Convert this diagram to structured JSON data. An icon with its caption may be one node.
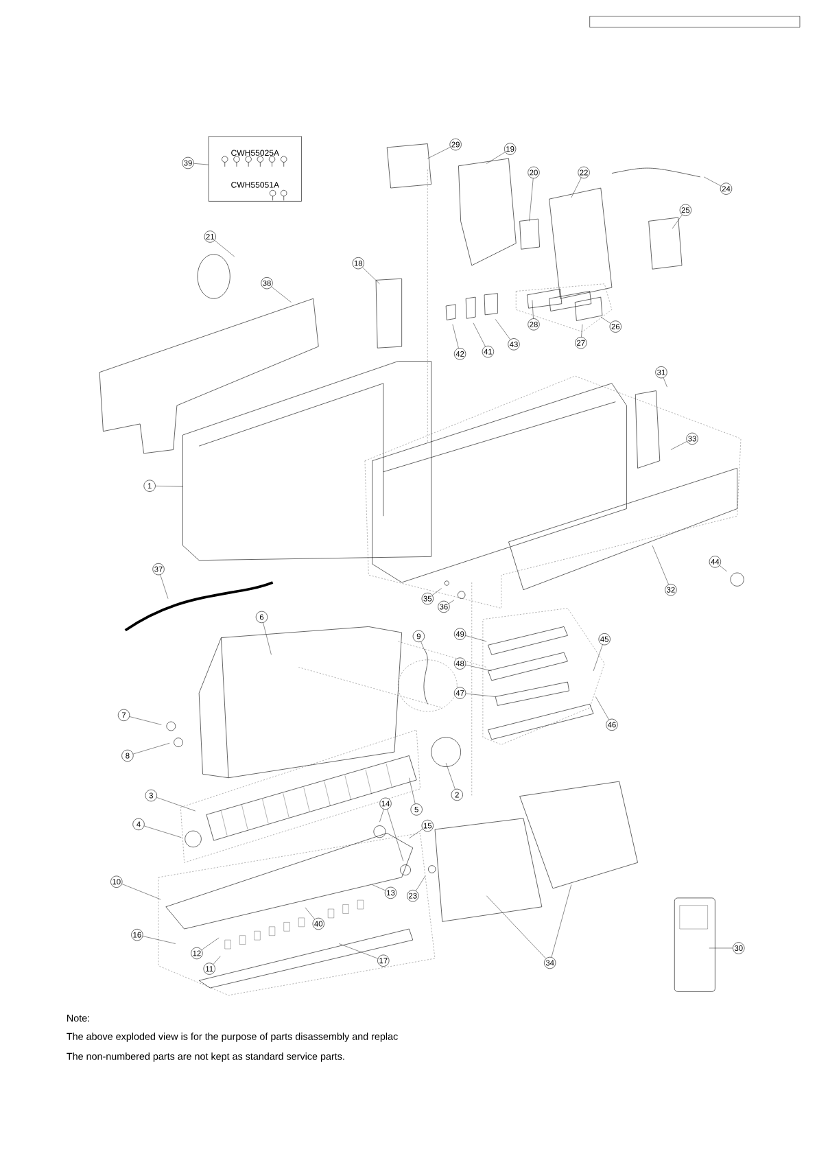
{
  "diagram": {
    "nodes": [
      {
        "text": [
          "39"
        ]
      },
      {
        "text": [
          "CWH55025A",
          "CWH55051A"
        ]
      },
      {
        "text": [
          "29"
        ]
      },
      {
        "text": [
          "19"
        ]
      },
      {
        "text": [
          "20"
        ]
      },
      {
        "text": [
          "22"
        ]
      },
      {
        "text": [
          "24"
        ]
      },
      {
        "text": [
          "25"
        ]
      },
      {
        "text": [
          "21"
        ]
      },
      {
        "text": [
          "38"
        ]
      },
      {
        "text": [
          "18"
        ]
      },
      {
        "text": [
          "28"
        ]
      },
      {
        "text": [
          "26"
        ]
      },
      {
        "text": [
          "27"
        ]
      },
      {
        "text": [
          "42"
        ]
      },
      {
        "text": [
          "41"
        ]
      },
      {
        "text": [
          "43"
        ]
      },
      {
        "text": [
          "31"
        ]
      },
      {
        "text": [
          "33"
        ]
      },
      {
        "text": [
          "1"
        ]
      },
      {
        "text": [
          "37"
        ]
      },
      {
        "text": [
          "35"
        ]
      },
      {
        "text": [
          "36"
        ]
      },
      {
        "text": [
          "44"
        ]
      },
      {
        "text": [
          "32"
        ]
      },
      {
        "text": [
          "6"
        ]
      },
      {
        "text": [
          "9"
        ]
      },
      {
        "text": [
          "49"
        ]
      },
      {
        "text": [
          "48"
        ]
      },
      {
        "text": [
          "45"
        ]
      },
      {
        "text": [
          "47"
        ]
      },
      {
        "text": [
          "46"
        ]
      },
      {
        "text": [
          "7"
        ]
      },
      {
        "text": [
          "8"
        ]
      },
      {
        "text": [
          "2"
        ]
      },
      {
        "text": [
          "3"
        ]
      },
      {
        "text": [
          "5"
        ]
      },
      {
        "text": [
          "4"
        ]
      },
      {
        "text": [
          "14"
        ]
      },
      {
        "text": [
          "15"
        ]
      },
      {
        "text": [
          "10"
        ]
      },
      {
        "text": [
          "13"
        ]
      },
      {
        "text": [
          "23"
        ]
      },
      {
        "text": [
          "40"
        ]
      },
      {
        "text": [
          "16"
        ]
      },
      {
        "text": [
          "12"
        ]
      },
      {
        "text": [
          "11"
        ]
      },
      {
        "text": [
          "17"
        ]
      },
      {
        "text": [
          "34"
        ]
      },
      {
        "text": [
          "30"
        ]
      }
    ],
    "edges": [
      {
        "from": 0,
        "to": 1,
        "arrow": "none"
      },
      {
        "from": 2,
        "to": null,
        "arrow": "none"
      },
      {
        "from": 3,
        "to": null,
        "arrow": "none"
      },
      {
        "from": 4,
        "to": null,
        "arrow": "none"
      },
      {
        "from": 5,
        "to": null,
        "arrow": "none"
      },
      {
        "from": 6,
        "to": null,
        "arrow": "none"
      },
      {
        "from": 7,
        "to": null,
        "arrow": "none"
      },
      {
        "from": 8,
        "to": null,
        "arrow": "none"
      },
      {
        "from": 9,
        "to": null,
        "arrow": "none"
      },
      {
        "from": 10,
        "to": null,
        "arrow": "none"
      },
      {
        "from": 11,
        "to": null,
        "arrow": "none"
      },
      {
        "from": 12,
        "to": null,
        "arrow": "none"
      },
      {
        "from": 13,
        "to": null,
        "arrow": "none"
      },
      {
        "from": 14,
        "to": null,
        "arrow": "none"
      },
      {
        "from": 15,
        "to": null,
        "arrow": "none"
      },
      {
        "from": 16,
        "to": null,
        "arrow": "none"
      },
      {
        "from": 17,
        "to": null,
        "arrow": "none"
      },
      {
        "from": 18,
        "to": null,
        "arrow": "none"
      },
      {
        "from": 19,
        "to": null,
        "arrow": "none"
      },
      {
        "from": 20,
        "to": null,
        "arrow": "none"
      },
      {
        "from": 21,
        "to": null,
        "arrow": "none"
      },
      {
        "from": 22,
        "to": null,
        "arrow": "none"
      },
      {
        "from": 23,
        "to": null,
        "arrow": "none"
      },
      {
        "from": 24,
        "to": null,
        "arrow": "none"
      },
      {
        "from": 25,
        "to": null,
        "arrow": "none"
      },
      {
        "from": 26,
        "to": null,
        "arrow": "none"
      },
      {
        "from": 27,
        "to": null,
        "arrow": "none"
      },
      {
        "from": 28,
        "to": null,
        "arrow": "none"
      },
      {
        "from": 29,
        "to": null,
        "arrow": "none"
      },
      {
        "from": 30,
        "to": null,
        "arrow": "none"
      },
      {
        "from": 31,
        "to": null,
        "arrow": "none"
      },
      {
        "from": 32,
        "to": null,
        "arrow": "none"
      },
      {
        "from": 33,
        "to": null,
        "arrow": "none"
      },
      {
        "from": 34,
        "to": null,
        "arrow": "none"
      },
      {
        "from": 35,
        "to": null,
        "arrow": "none"
      },
      {
        "from": 36,
        "to": null,
        "arrow": "none"
      },
      {
        "from": 37,
        "to": null,
        "arrow": "none"
      },
      {
        "from": 38,
        "to": null,
        "arrow": "none"
      },
      {
        "from": 38,
        "to": null,
        "arrow": "none"
      },
      {
        "from": 39,
        "to": null,
        "arrow": "none"
      },
      {
        "from": 40,
        "to": null,
        "arrow": "none"
      },
      {
        "from": 41,
        "to": null,
        "arrow": "none"
      },
      {
        "from": 42,
        "to": null,
        "arrow": "none"
      },
      {
        "from": 43,
        "to": null,
        "arrow": "none"
      },
      {
        "from": 44,
        "to": null,
        "arrow": "none"
      },
      {
        "from": 45,
        "to": null,
        "arrow": "none"
      },
      {
        "from": 46,
        "to": null,
        "arrow": "none"
      },
      {
        "from": 47,
        "to": null,
        "arrow": "none"
      },
      {
        "from": 48,
        "to": null,
        "arrow": "none"
      },
      {
        "from": 48,
        "to": null,
        "arrow": "none"
      },
      {
        "from": 49,
        "to": null,
        "arrow": "none"
      }
    ],
    "labels": [
      "Note:",
      "The above exploded view is for the purpose of parts disassembly and replac",
      "The non-numbered parts are not kept as standard service parts."
    ]
  }
}
